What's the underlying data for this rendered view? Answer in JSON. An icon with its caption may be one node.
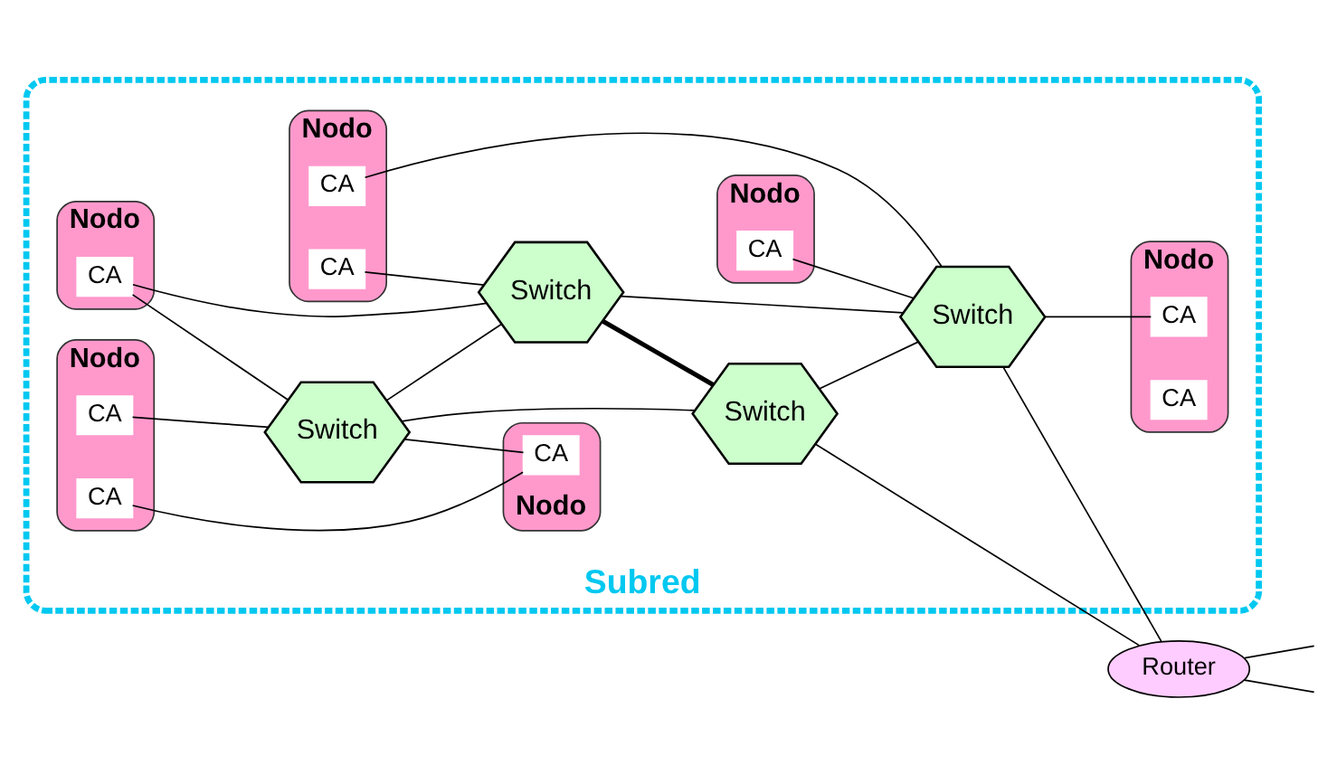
{
  "diagram": {
    "nodes": [
      {
        "text": [
          "Subred"
        ]
      },
      {
        "text": [
          "Nodo"
        ],
        "in": 0
      },
      {
        "text": [
          "CA"
        ],
        "in": 1
      },
      {
        "text": [
          "Nodo"
        ],
        "in": 0
      },
      {
        "text": [
          "CA"
        ],
        "in": 3
      },
      {
        "text": [
          "CA"
        ],
        "in": 3
      },
      {
        "text": [
          "Nodo"
        ],
        "in": 0
      },
      {
        "text": [
          "CA"
        ],
        "in": 6
      },
      {
        "text": [
          "Nodo"
        ],
        "in": 0
      },
      {
        "text": [
          "CA"
        ],
        "in": 8
      },
      {
        "text": [
          "CA"
        ],
        "in": 8
      },
      {
        "text": [
          "Switch"
        ],
        "in": 0
      },
      {
        "text": [
          "Switch"
        ],
        "in": 0
      },
      {
        "text": [
          "Nodo"
        ],
        "in": 0
      },
      {
        "text": [
          "CA"
        ],
        "in": 13
      },
      {
        "text": [
          "CA"
        ],
        "in": 13
      },
      {
        "text": [
          "Switch"
        ],
        "in": 0
      },
      {
        "text": [
          "Switch"
        ],
        "in": 0
      },
      {
        "text": [
          "Nodo"
        ],
        "in": 0
      },
      {
        "text": [
          "CA"
        ],
        "in": 18
      },
      {
        "text": [
          "Router"
        ]
      }
    ],
    "edges": [
      {
        "from": 2,
        "to": 11,
        "arrow": "none"
      },
      {
        "from": 2,
        "to": 16,
        "arrow": "none"
      },
      {
        "from": 4,
        "to": 11,
        "arrow": "none"
      },
      {
        "from": 5,
        "to": 12,
        "arrow": "none"
      },
      {
        "from": 7,
        "to": 12,
        "arrow": "none"
      },
      {
        "from": 12,
        "to": 14,
        "arrow": "none"
      },
      {
        "from": 10,
        "to": 16,
        "arrow": "none"
      },
      {
        "from": 9,
        "to": 19,
        "arrow": "none"
      },
      {
        "from": 16,
        "to": 19,
        "arrow": "none"
      },
      {
        "from": 16,
        "to": 11,
        "arrow": "none"
      },
      {
        "from": 16,
        "to": 17,
        "arrow": "none"
      },
      {
        "from": 11,
        "to": 17,
        "arrow": "none",
        "style": "thick"
      },
      {
        "from": 11,
        "to": 12,
        "arrow": "none"
      },
      {
        "from": 17,
        "to": 12,
        "arrow": "none"
      },
      {
        "from": 12,
        "to": 20,
        "arrow": "none"
      },
      {
        "from": 17,
        "to": 20,
        "arrow": "none"
      },
      {
        "from": 20,
        "to": null,
        "arrow": "none"
      },
      {
        "from": 20,
        "to": null,
        "arrow": "none"
      }
    ]
  }
}
